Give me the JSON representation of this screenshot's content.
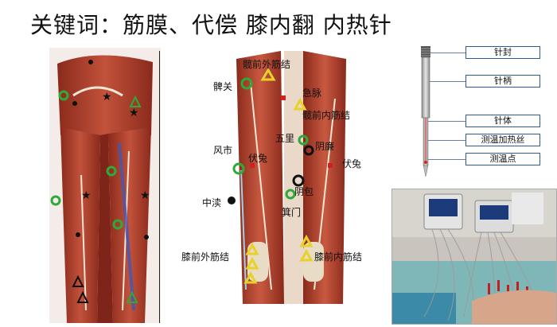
{
  "title": "关键词：筋膜、代偿  膝内翻   内热针",
  "middle_labels": {
    "kuanqian": "髋前外筋结",
    "biguan": "髀关",
    "jimai": "急脉",
    "kuanqiannei": "髋前内筋结",
    "wuli": "五里",
    "yinlian": "阴廉",
    "fengshi": "风市",
    "futu1": "伏兔",
    "futu2": "伏兔",
    "yinbao": "阴包",
    "zhongdu": "中渎",
    "jimen": "箕门",
    "xiqianwai": "膝前外筋结",
    "xiqiannei": "膝前内筋结"
  },
  "needle_labels": [
    "针封",
    "针柄",
    "针体",
    "测温加热丝",
    "测温点"
  ],
  "colors": {
    "muscle": "#b5412f",
    "muscle_dark": "#7e2418",
    "marker_green": "#2eaa3a",
    "marker_yellow": "#e8d22a",
    "marker_red": "#d21f1f",
    "box_border": "#2c5a9a"
  }
}
